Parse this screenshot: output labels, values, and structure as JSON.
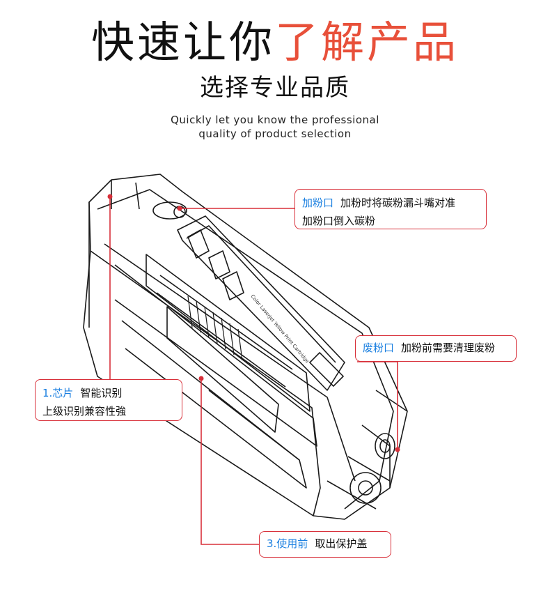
{
  "header": {
    "title_dark": "快速让你",
    "title_accent": "了解产品",
    "subtitle": "选择专业品质",
    "english_line1": "Quickly let you know the professional",
    "english_line2": "quality of product selection"
  },
  "product": {
    "label_text": "Color LaserJet Yellow Print Cartridge"
  },
  "callouts": [
    {
      "tag": "加粉口",
      "line1": "加粉时将碳粉漏斗嘴对准",
      "line2": "加粉口倒入碳粉"
    },
    {
      "tag": "废粉口",
      "line1": "加粉前需要清理废粉",
      "line2": ""
    },
    {
      "tag": "1.芯片",
      "line1": "智能识别",
      "line2": "上级识别兼容性強"
    },
    {
      "tag": "3.使用前",
      "line1": "取出保护盖",
      "line2": ""
    }
  ],
  "colors": {
    "accent": "#e8503a",
    "tag": "#1a7fe0",
    "border": "#d8303a"
  }
}
